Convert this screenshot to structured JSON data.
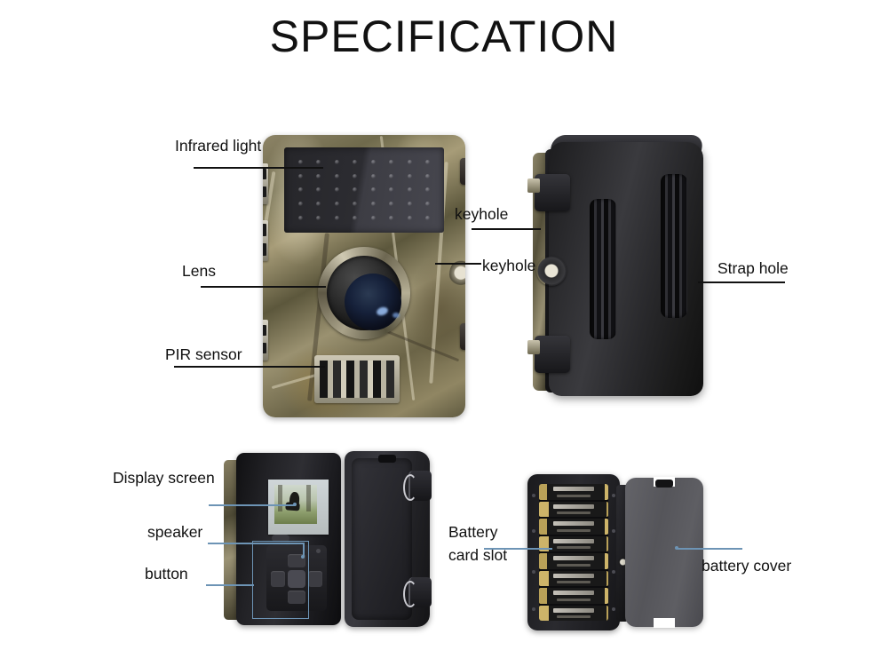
{
  "page": {
    "title": "SPECIFICATION",
    "background_color": "#ffffff",
    "label_text_color": "#101010",
    "leader_line_color_top": "#111111",
    "leader_line_color_bottom": "#6d94b5"
  },
  "sections": {
    "top": {
      "labels": [
        {
          "id": "infrared-light",
          "text": "Infrared light"
        },
        {
          "id": "lens",
          "text": "Lens"
        },
        {
          "id": "pir-sensor",
          "text": "PIR sensor"
        },
        {
          "id": "keyhole-upper",
          "text": "keyhole"
        },
        {
          "id": "keyhole-lower",
          "text": "keyhole"
        },
        {
          "id": "strap-hole",
          "text": "Strap hole"
        }
      ]
    },
    "bottom": {
      "labels": [
        {
          "id": "display-screen",
          "text": "Display screen"
        },
        {
          "id": "speaker",
          "text": "speaker"
        },
        {
          "id": "button",
          "text": "button"
        },
        {
          "id": "battery-card-slot-line1",
          "text": "Battery"
        },
        {
          "id": "battery-card-slot-line2",
          "text": "card slot"
        },
        {
          "id": "battery-cover",
          "text": "battery cover"
        }
      ]
    }
  },
  "products": {
    "front_camera": {
      "name": "trail-camera-front-view"
    },
    "back_camera": {
      "name": "trail-camera-back-view"
    },
    "open_camera": {
      "name": "trail-camera-open-view"
    },
    "battery_bay": {
      "name": "battery-compartment",
      "cell_count": 8
    },
    "battery_cover": {
      "name": "battery-cover-panel"
    }
  }
}
